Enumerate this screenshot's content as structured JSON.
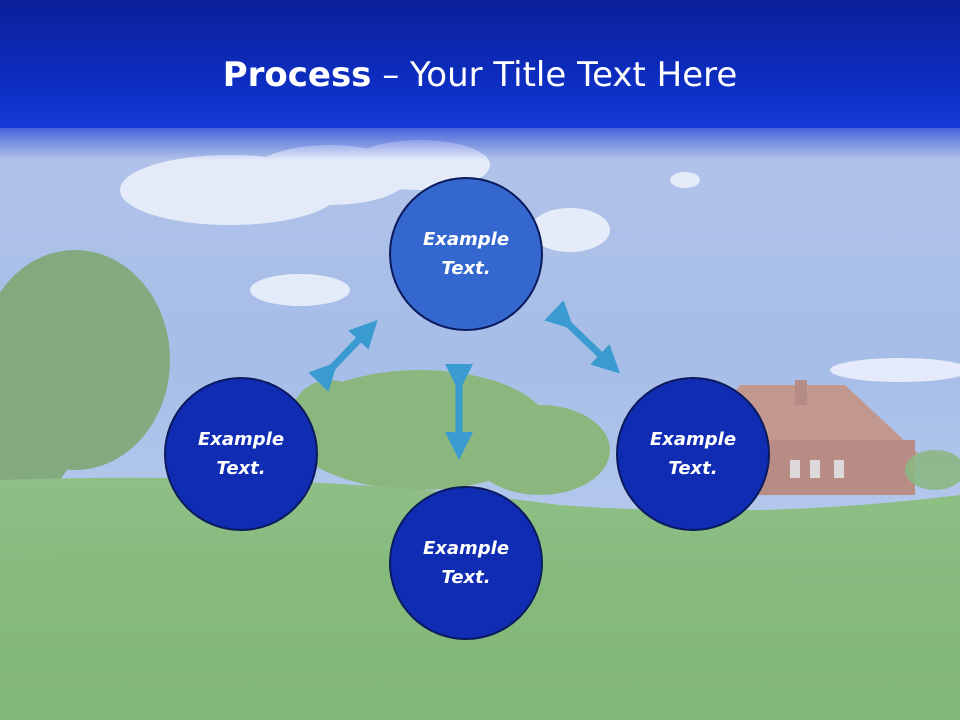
{
  "title": {
    "bold": "Process",
    "rest": " – Your Title Text Here"
  },
  "nodes": {
    "top": "Example\nText.",
    "left": "Example\nText.",
    "right": "Example\nText.",
    "bottom": "Example\nText."
  },
  "colors": {
    "header": "#0d2fc4",
    "node_top": "#3468cf",
    "node_dark": "#0f2cb3",
    "arrow": "#3a9bd0"
  }
}
